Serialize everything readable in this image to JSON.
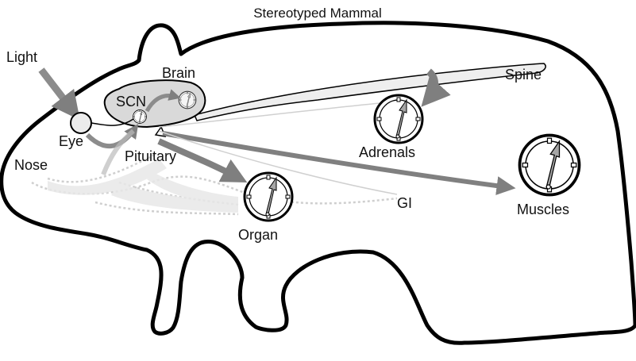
{
  "title": "Stereotyped Mammal",
  "labels": {
    "light": "Light",
    "eye": "Eye",
    "brain": "Brain",
    "scn": "SCN",
    "pituitary": "Pituitary",
    "nose": "Nose",
    "spine": "Spine",
    "adrenals": "Adrenals",
    "organ": "Organ",
    "gi": "GI",
    "muscles": "Muscles"
  },
  "icons": {
    "clock": "clock-icon"
  },
  "colors": {
    "outline": "#000000",
    "arrow": "#808080",
    "light_arrow": "#8c8c8c",
    "brain_fill": "#d9d9d9",
    "faint_path": "#cfcfcf",
    "clock_hand": "#a6a6a6"
  }
}
